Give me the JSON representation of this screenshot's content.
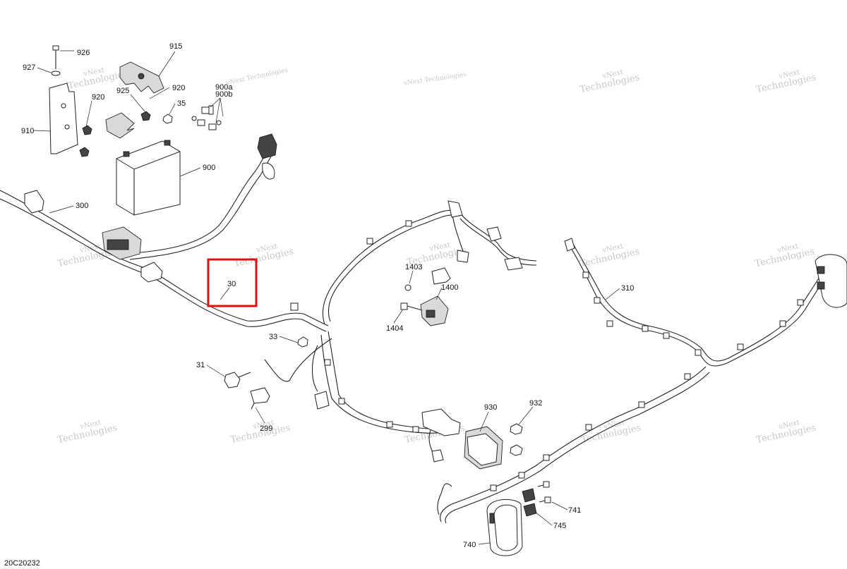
{
  "diagram": {
    "code": "20C20232",
    "highlight_part": "30",
    "highlight_color": "#e01010",
    "watermark": {
      "line1": "vNext",
      "line2": "Technologies",
      "line_alt": "vNext Technologies"
    },
    "callouts": {
      "p926": "926",
      "p927": "927",
      "p915": "915",
      "p920a": "920",
      "p920b": "920",
      "p925": "925",
      "p910": "910",
      "p35": "35",
      "p900a": "900a",
      "p900b": "900b",
      "p900": "900",
      "p300": "300",
      "p30": "30",
      "p33": "33",
      "p31": "31",
      "p299": "299",
      "p1403": "1403",
      "p1400": "1400",
      "p1404": "1404",
      "p310": "310",
      "p930": "930",
      "p932": "932",
      "p741": "741",
      "p745": "745",
      "p740": "740"
    }
  }
}
